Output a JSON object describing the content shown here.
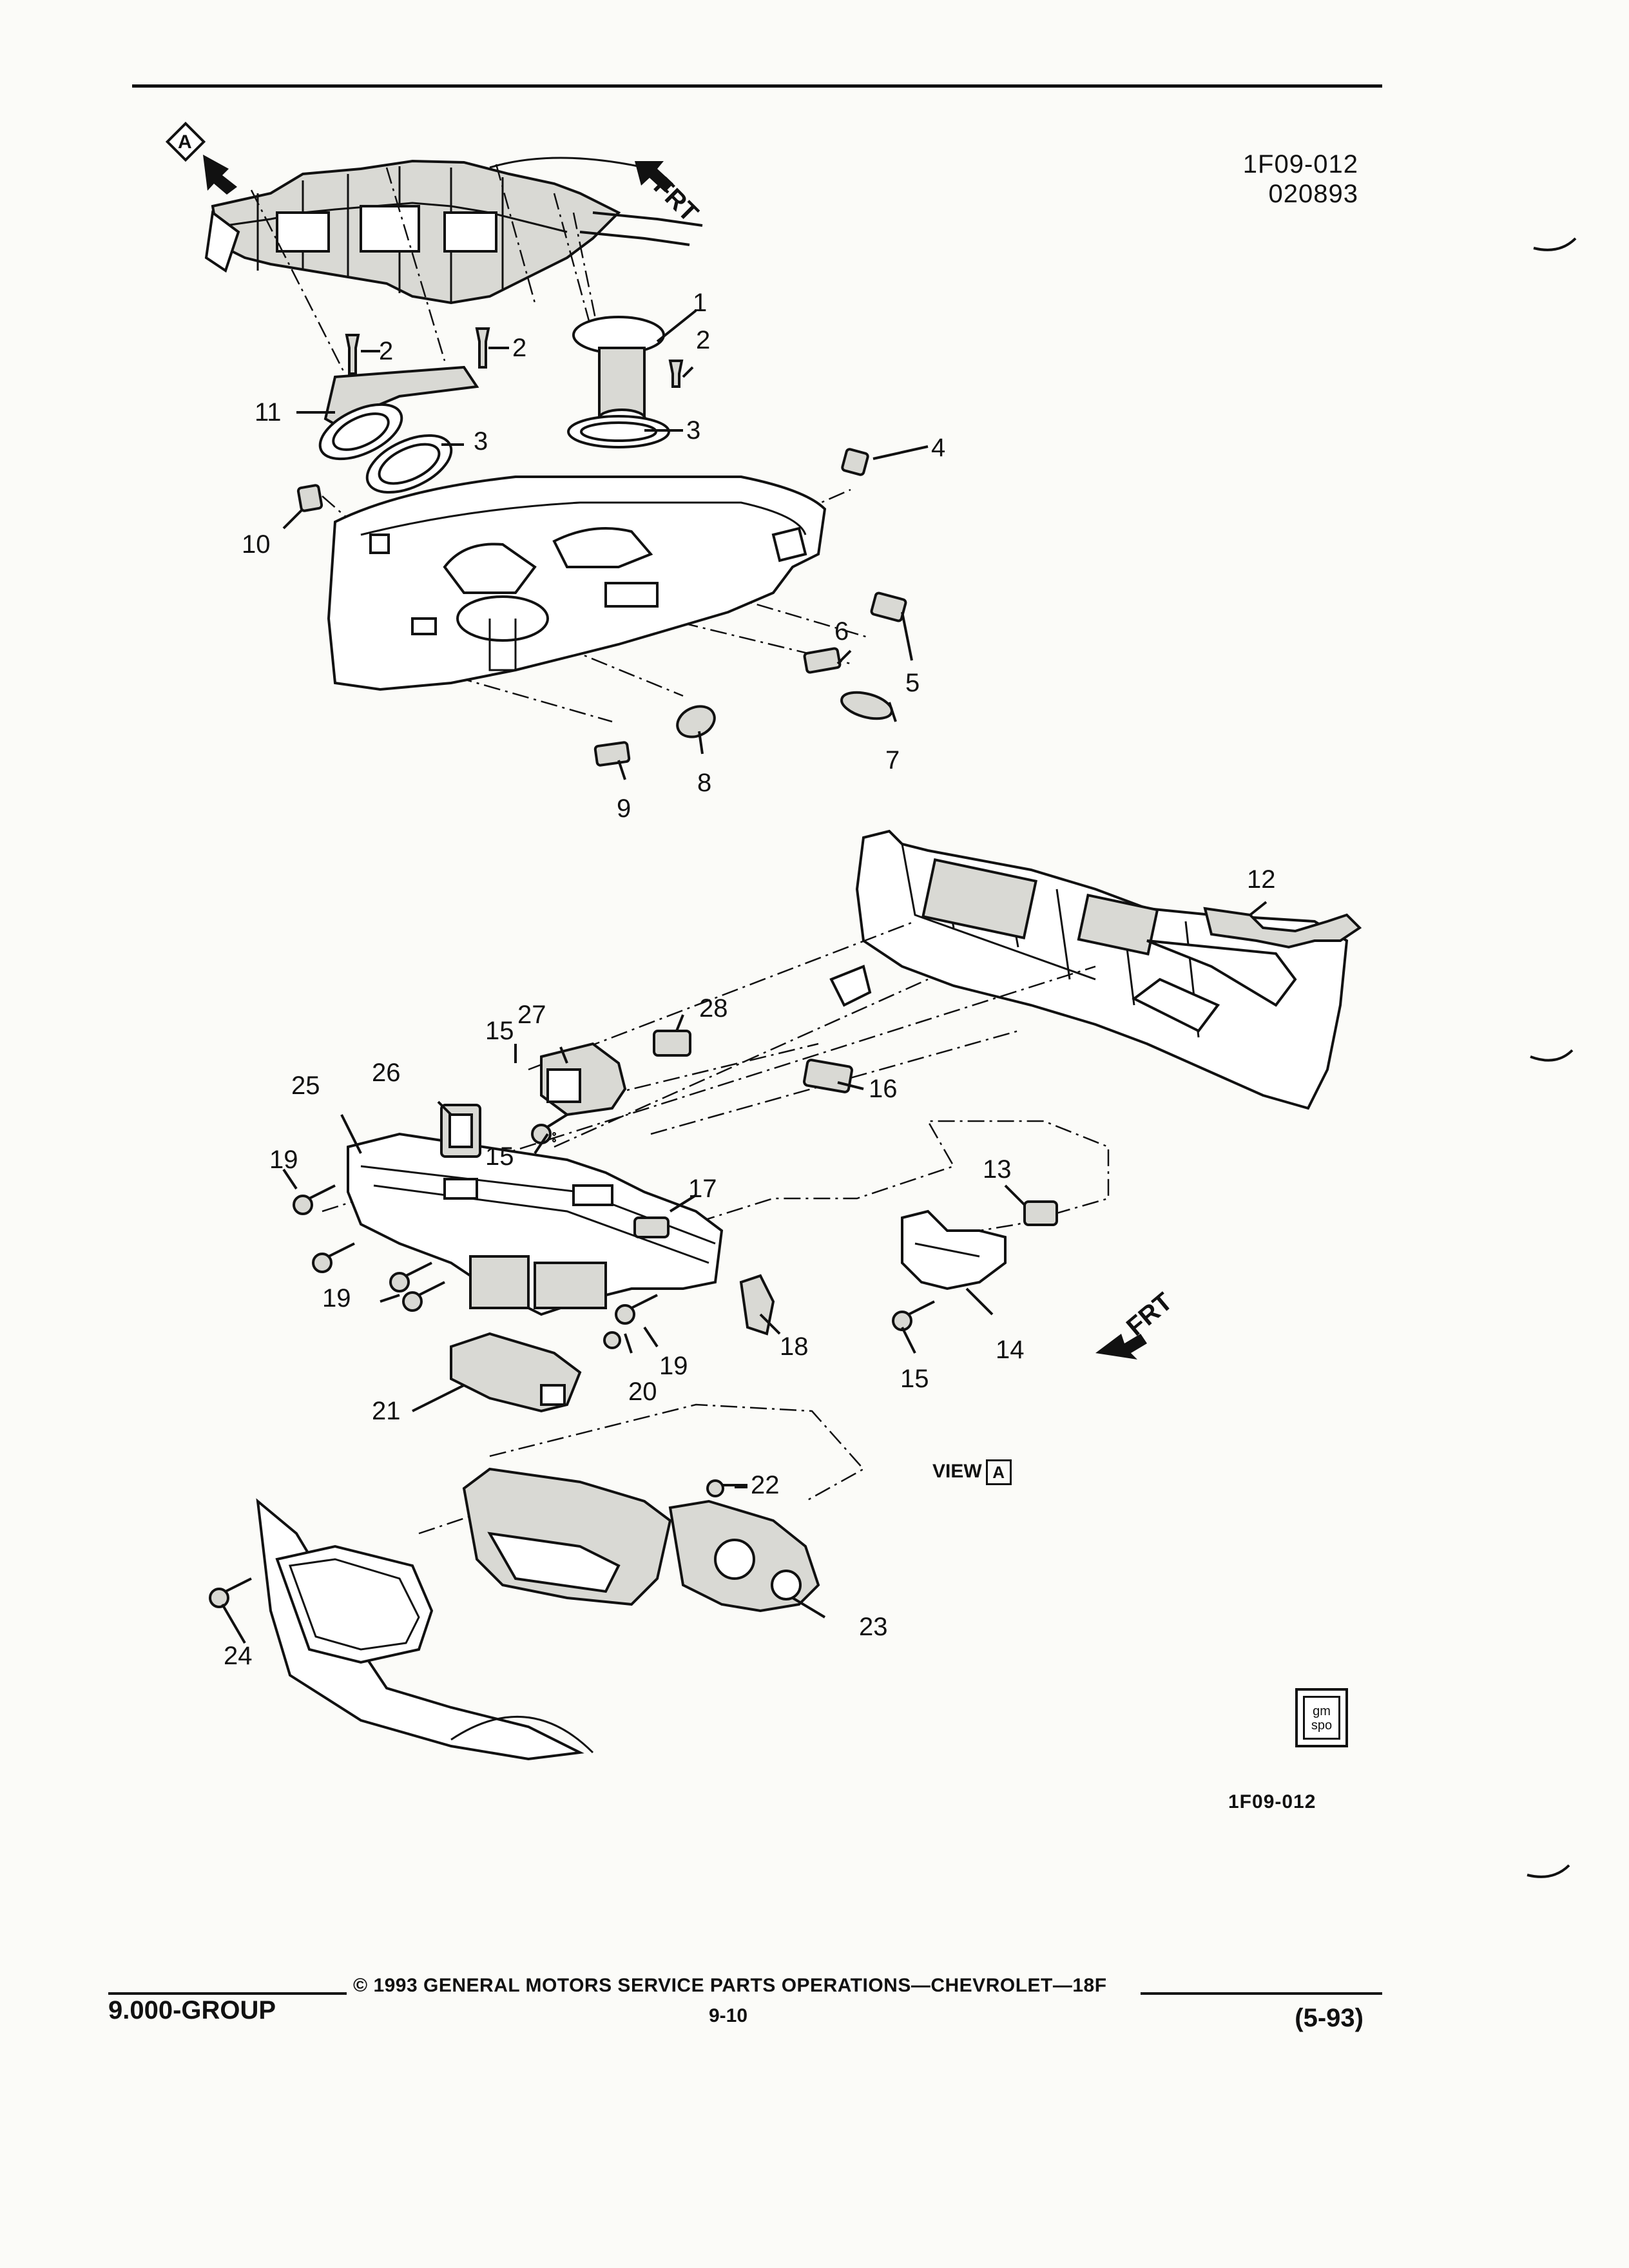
{
  "header": {
    "drawing_code": "1F09-012",
    "date_code": "020893"
  },
  "labels": {
    "frt_top": "FRT",
    "frt_bottom": "FRT",
    "view_marker_top": "A",
    "view_caption": "VIEW",
    "view_box_letter": "A",
    "figure_id": "1F09-012",
    "logo_text": "gm spo"
  },
  "callouts": {
    "c1": "1",
    "c2a": "2",
    "c2b": "2",
    "c2c": "2",
    "c3a": "3",
    "c3b": "3",
    "c4": "4",
    "c5": "5",
    "c6": "6",
    "c7": "7",
    "c8": "8",
    "c9": "9",
    "c10": "10",
    "c11": "11",
    "c12": "12",
    "c13": "13",
    "c14": "14",
    "c15a": "15",
    "c15b": "15",
    "c15c": "15",
    "c16": "16",
    "c17": "17",
    "c18": "18",
    "c19a": "19",
    "c19b": "19",
    "c19c": "19",
    "c20": "20",
    "c21": "21",
    "c22": "22",
    "c23": "23",
    "c24": "24",
    "c25": "25",
    "c26": "26",
    "c27": "27",
    "c28": "28"
  },
  "footer": {
    "group": "9.000-GROUP",
    "copyright": "© 1993 GENERAL MOTORS SERVICE PARTS OPERATIONS—CHEVROLET—18F",
    "page": "9-10",
    "date": "(5-93)"
  }
}
